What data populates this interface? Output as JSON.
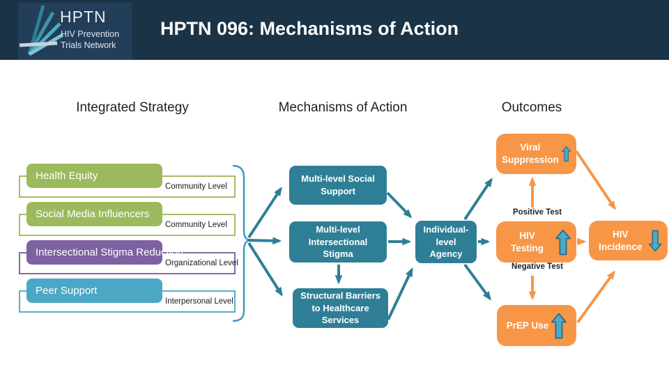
{
  "header": {
    "title": "HPTN 096: Mechanisms of Action",
    "logo": {
      "acronym": "HPTN",
      "line1": "HIV Prevention",
      "line2": "Trials Network"
    }
  },
  "columns": {
    "strategy": "Integrated Strategy",
    "mechanism": "Mechanisms of Action",
    "outcomes": "Outcomes"
  },
  "strategies": [
    {
      "label": "Health Equity",
      "level": "Community Level",
      "color": "#9CBA5D"
    },
    {
      "label": "Social Media Influencers",
      "level": "Community Level",
      "color": "#9CBA5D"
    },
    {
      "label": "Intersectional Stigma Reduction",
      "level": "Organizational Level",
      "color": "#7D61A1"
    },
    {
      "label": "Peer Support",
      "level": "Interpersonal Level",
      "color": "#4BA8C4"
    }
  ],
  "mechanisms": [
    {
      "label": "Multi-level Social Support"
    },
    {
      "label": "Multi-level Intersectional Stigma"
    },
    {
      "label": "Structural Barriers to Healthcare Services"
    },
    {
      "label": "Individual-level Agency"
    }
  ],
  "outcomes": [
    {
      "label": "Viral Suppression",
      "trend": "up"
    },
    {
      "label": "HIV Testing",
      "trend": "up"
    },
    {
      "label": "HIV Incidence",
      "trend": "down"
    },
    {
      "label": "PrEP Use",
      "trend": "up"
    }
  ],
  "annotations": {
    "positive_test": "Positive Test",
    "negative_test": "Negative Test"
  },
  "edges": [
    {
      "from": "integrated-strategies",
      "to": "multi-level-social-support"
    },
    {
      "from": "integrated-strategies",
      "to": "multi-level-intersectional-stigma"
    },
    {
      "from": "integrated-strategies",
      "to": "structural-barriers"
    },
    {
      "from": "multi-level-social-support",
      "to": "individual-level-agency"
    },
    {
      "from": "multi-level-intersectional-stigma",
      "to": "individual-level-agency"
    },
    {
      "from": "multi-level-intersectional-stigma",
      "to": "structural-barriers"
    },
    {
      "from": "structural-barriers",
      "to": "individual-level-agency"
    },
    {
      "from": "individual-level-agency",
      "to": "viral-suppression"
    },
    {
      "from": "individual-level-agency",
      "to": "hiv-testing"
    },
    {
      "from": "individual-level-agency",
      "to": "prep-use"
    },
    {
      "from": "hiv-testing",
      "to": "viral-suppression",
      "label": "Positive Test"
    },
    {
      "from": "hiv-testing",
      "to": "prep-use",
      "label": "Negative Test"
    },
    {
      "from": "hiv-testing",
      "to": "hiv-incidence"
    },
    {
      "from": "viral-suppression",
      "to": "hiv-incidence"
    },
    {
      "from": "prep-use",
      "to": "hiv-incidence"
    }
  ],
  "palette": {
    "header_navy": "#1B3346",
    "logo_panel_navy": "#223E59",
    "teal_box": "#2E7F96",
    "teal_arrow": "#2E7F96",
    "green": "#9CBA5D",
    "purple": "#7D61A1",
    "aqua": "#4BA8C4",
    "orange": "#F79646",
    "trend_arrow_fill": "#4BACC6",
    "trend_arrow_stroke": "#2C6A8C"
  }
}
